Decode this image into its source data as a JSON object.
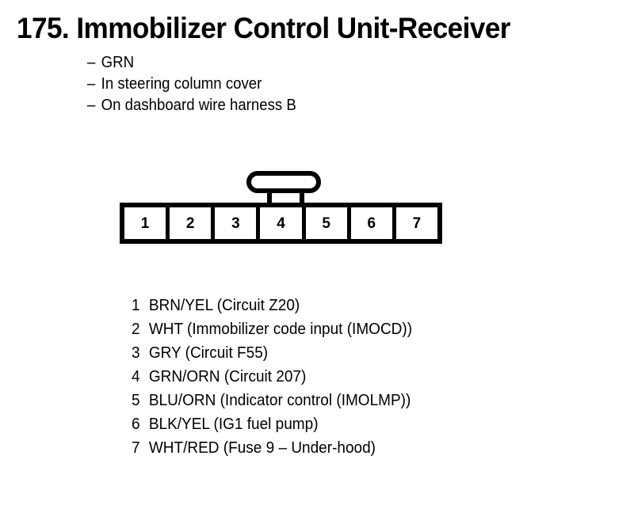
{
  "page": {
    "title_number": "175.",
    "title_text": "Immobilizer Control Unit-Receiver",
    "title_full": "175. Immobilizer Control Unit-Receiver",
    "background_color": "#ffffff",
    "ink_color": "#000000"
  },
  "notes": {
    "dash": "–",
    "items": [
      "GRN",
      "In steering column cover",
      "On dashboard wire harness B"
    ]
  },
  "connector": {
    "pin_count": 7,
    "latch": "top-center-stadium-latch",
    "pins": [
      {
        "number": "1"
      },
      {
        "number": "2"
      },
      {
        "number": "3"
      },
      {
        "number": "4"
      },
      {
        "number": "5"
      },
      {
        "number": "6"
      },
      {
        "number": "7"
      }
    ]
  },
  "legend": {
    "rows": [
      {
        "number": "1",
        "description": "BRN/YEL (Circuit Z20)"
      },
      {
        "number": "2",
        "description": "WHT (Immobilizer code input (IMOCD))"
      },
      {
        "number": "3",
        "description": "GRY (Circuit F55)"
      },
      {
        "number": "4",
        "description": "GRN/ORN (Circuit 207)"
      },
      {
        "number": "5",
        "description": "BLU/ORN (Indicator control (IMOLMP))"
      },
      {
        "number": "6",
        "description": "BLK/YEL (IG1 fuel pump)"
      },
      {
        "number": "7",
        "description": "WHT/RED (Fuse 9 – Under-hood)"
      }
    ]
  }
}
